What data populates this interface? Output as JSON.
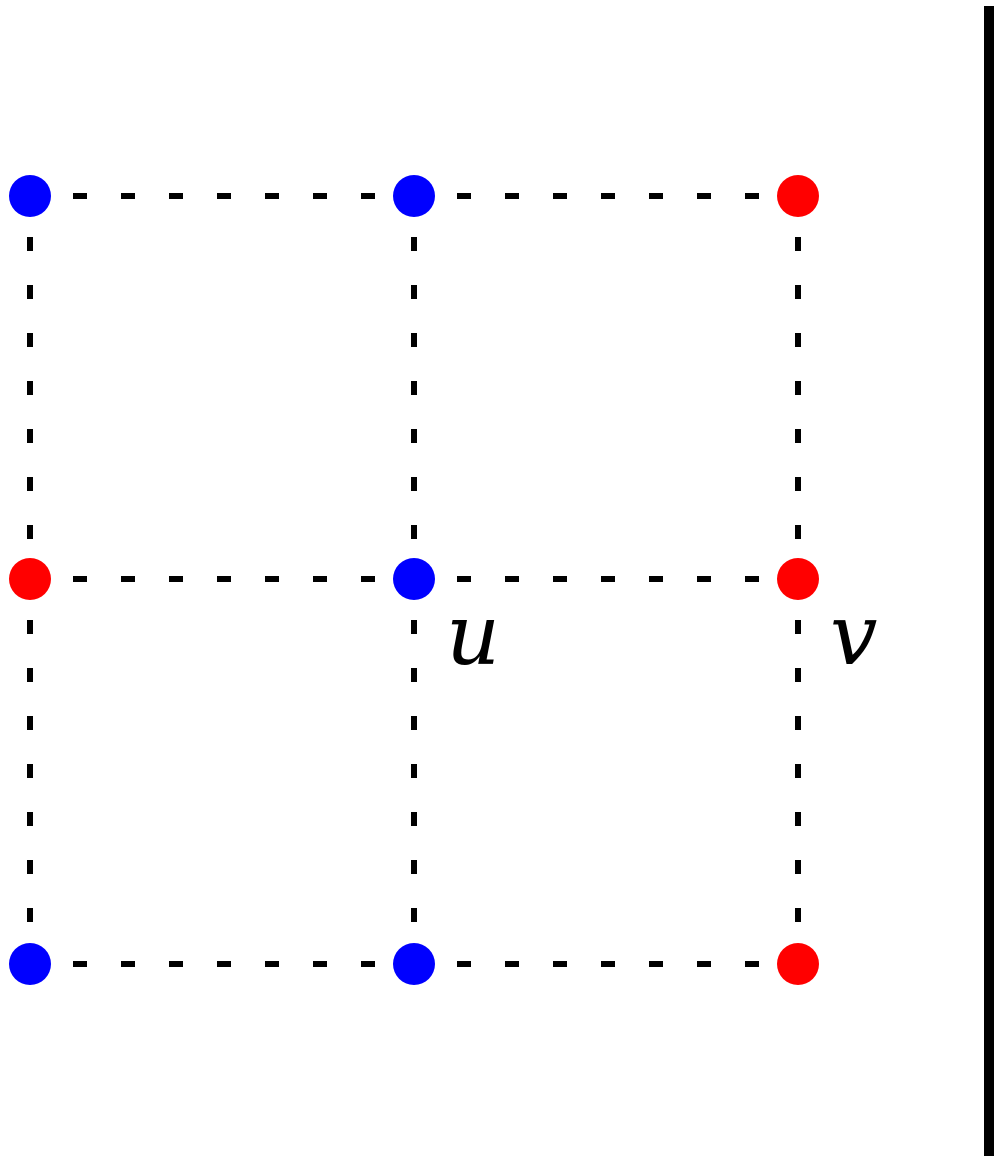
{
  "diagram": {
    "colors": {
      "blue": "#0000ff",
      "red": "#ff0000",
      "edge": "#000000",
      "divider": "#000000"
    },
    "grid": {
      "rows": 3,
      "cols": 3
    },
    "nodes": [
      {
        "id": "n00",
        "row": 0,
        "col": 0,
        "color": "blue"
      },
      {
        "id": "n01",
        "row": 0,
        "col": 1,
        "color": "blue"
      },
      {
        "id": "n02",
        "row": 0,
        "col": 2,
        "color": "red"
      },
      {
        "id": "n10",
        "row": 1,
        "col": 0,
        "color": "red"
      },
      {
        "id": "n11",
        "row": 1,
        "col": 1,
        "color": "blue",
        "label": "u"
      },
      {
        "id": "n12",
        "row": 1,
        "col": 2,
        "color": "red",
        "label": "v"
      },
      {
        "id": "n20",
        "row": 2,
        "col": 0,
        "color": "blue"
      },
      {
        "id": "n21",
        "row": 2,
        "col": 1,
        "color": "blue"
      },
      {
        "id": "n22",
        "row": 2,
        "col": 2,
        "color": "red"
      }
    ],
    "edges": [
      [
        "n00",
        "n01"
      ],
      [
        "n01",
        "n02"
      ],
      [
        "n10",
        "n11"
      ],
      [
        "n11",
        "n12"
      ],
      [
        "n20",
        "n21"
      ],
      [
        "n21",
        "n22"
      ],
      [
        "n00",
        "n10"
      ],
      [
        "n10",
        "n20"
      ],
      [
        "n01",
        "n11"
      ],
      [
        "n11",
        "n21"
      ],
      [
        "n02",
        "n12"
      ],
      [
        "n12",
        "n22"
      ]
    ]
  }
}
